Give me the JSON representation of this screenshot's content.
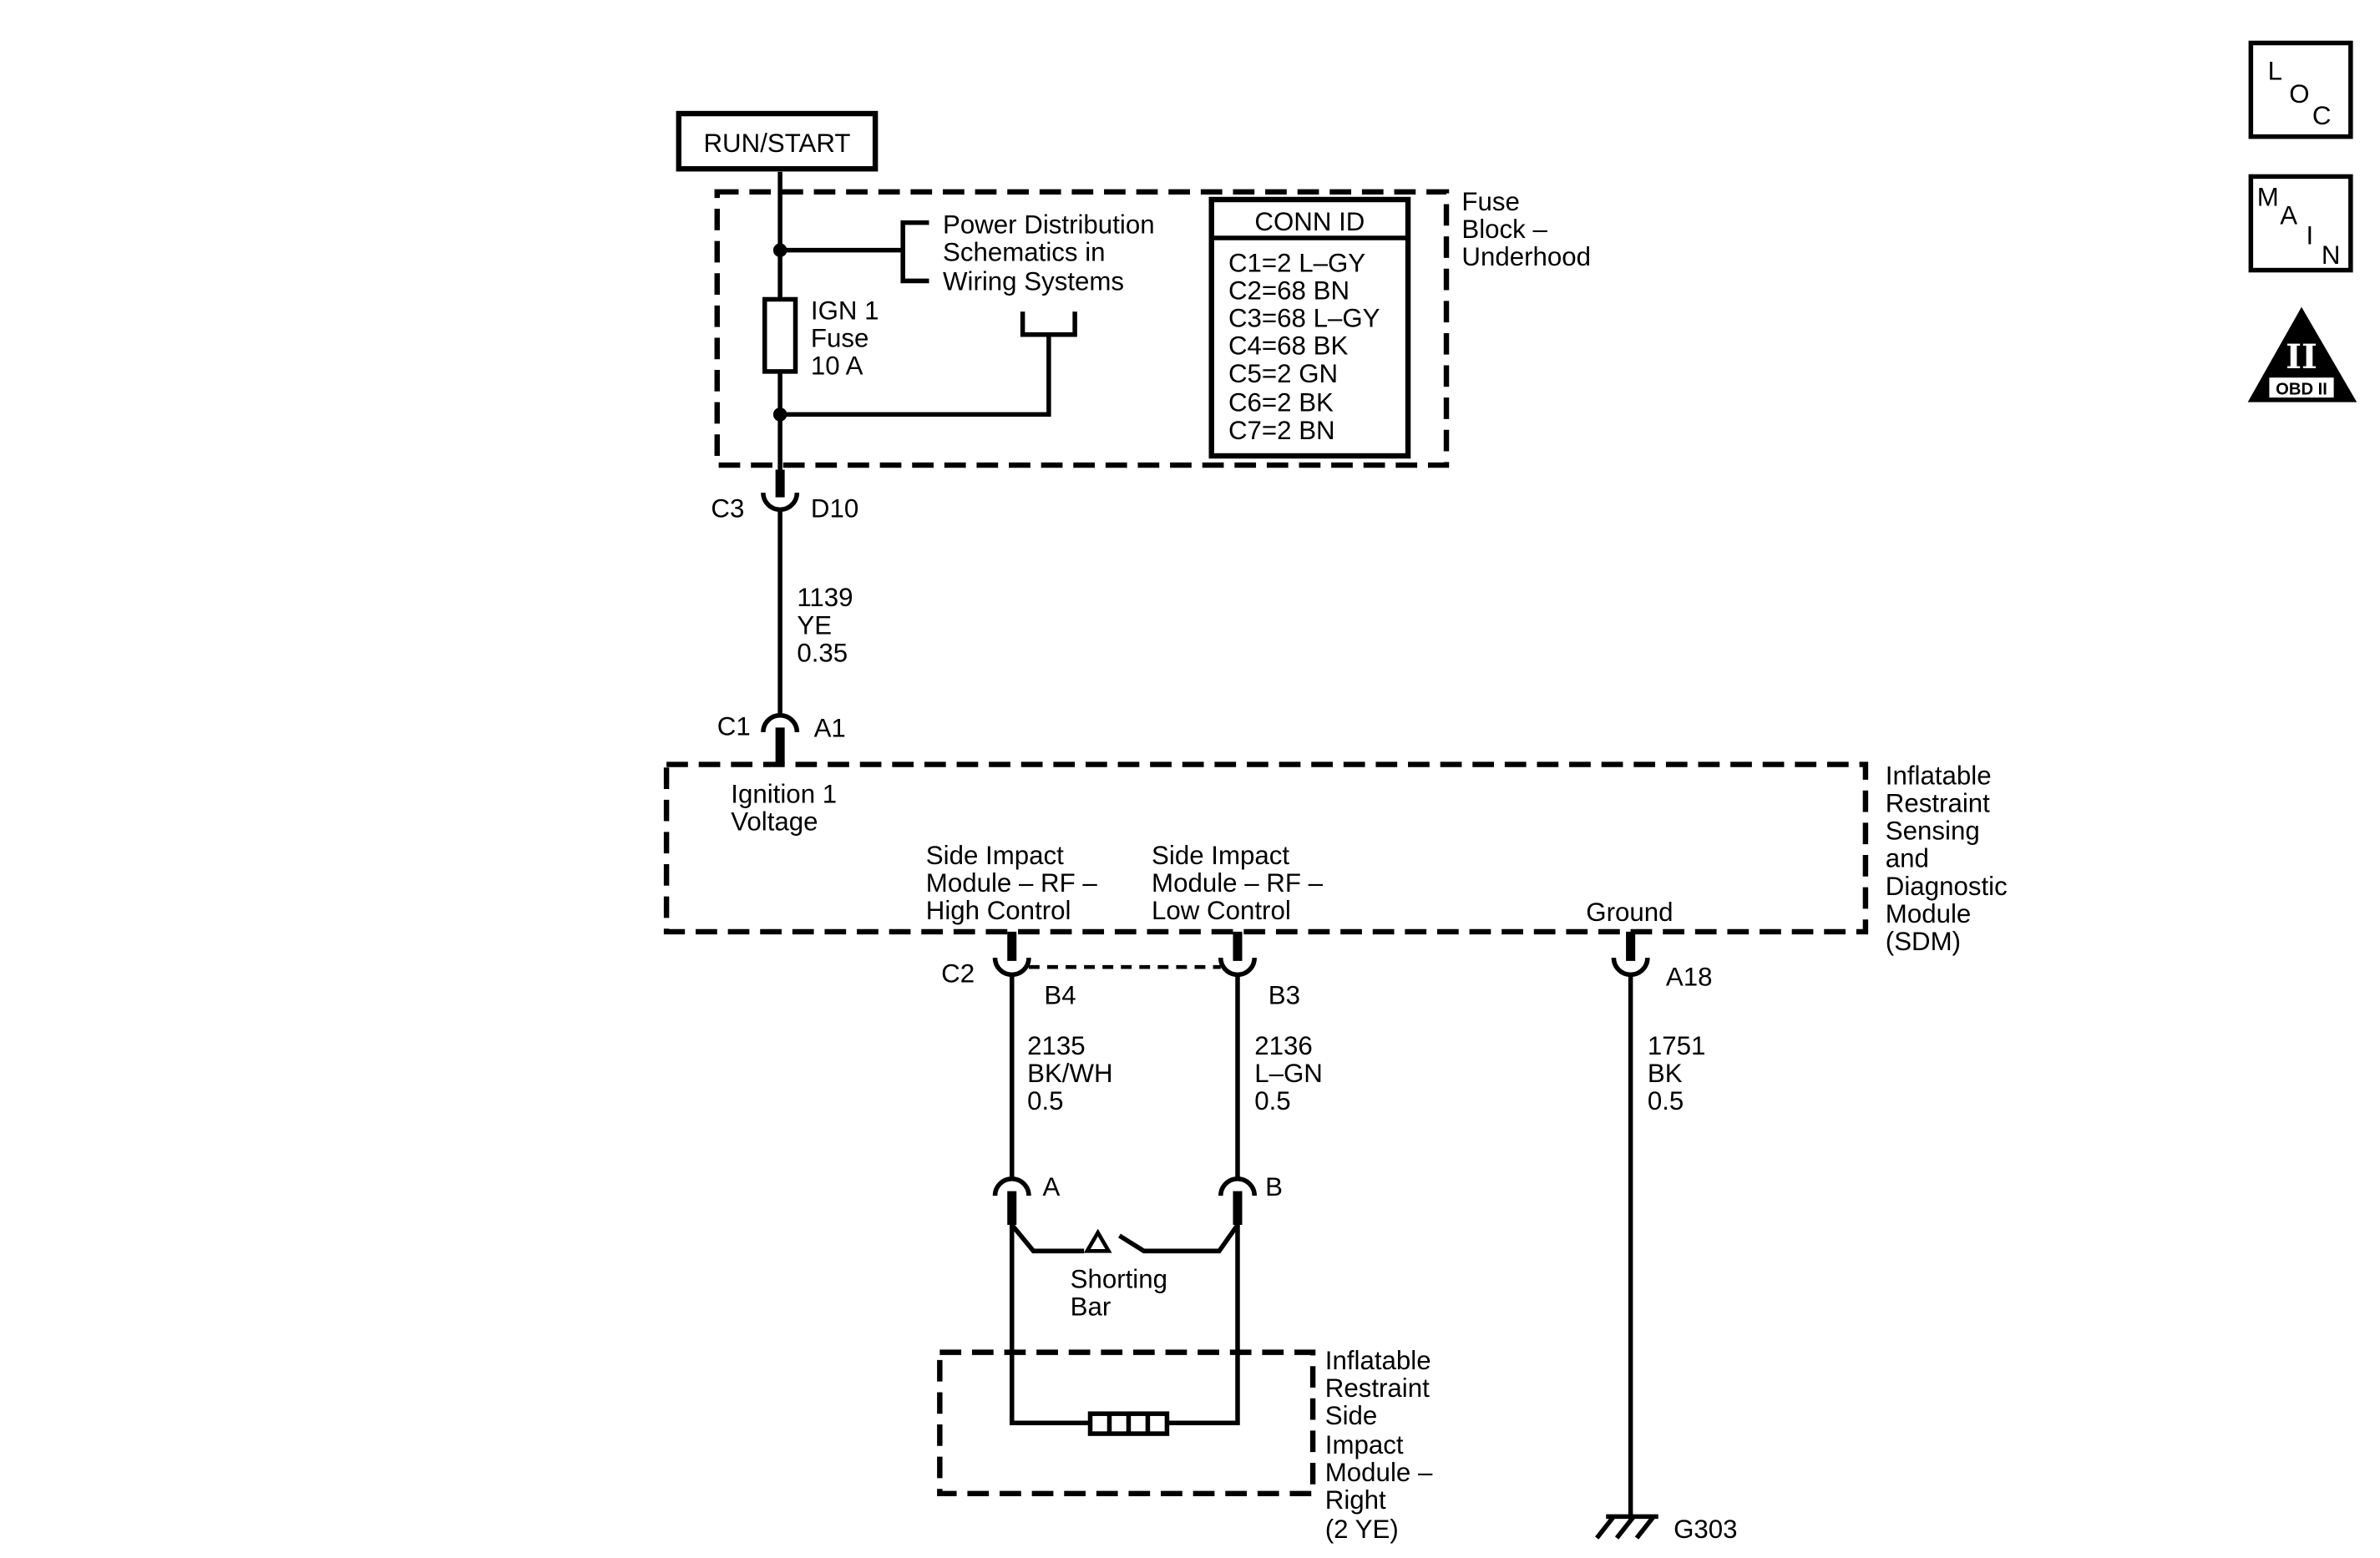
{
  "colors": {
    "ink": "#000000",
    "paper": "#ffffff"
  },
  "power_source": {
    "label": "RUN/START"
  },
  "fuse_block": {
    "name": [
      "Fuse",
      "Block –",
      "Underhood"
    ],
    "fuse": [
      "IGN 1",
      "Fuse",
      "10 A"
    ],
    "reference": [
      "Power Distribution",
      "Schematics in",
      "Wiring Systems"
    ],
    "conn_id": {
      "header": "CONN ID",
      "rows": [
        "C1=2 L–GY",
        "C2=68 BN",
        "C3=68 L–GY",
        "C4=68 BK",
        "C5=2 GN",
        "C6=2 BK",
        "C7=2 BN"
      ]
    },
    "output_connector": {
      "id": "C3",
      "pin": "D10"
    }
  },
  "circuits": {
    "ignition_feed": {
      "number": "1139",
      "color": "YE",
      "gauge": "0.35"
    },
    "high_control": {
      "number": "2135",
      "color": "BK/WH",
      "gauge": "0.5"
    },
    "low_control": {
      "number": "2136",
      "color": "L–GN",
      "gauge": "0.5"
    },
    "ground": {
      "number": "1751",
      "color": "BK",
      "gauge": "0.5"
    }
  },
  "sdm": {
    "name": [
      "Inflatable",
      "Restraint",
      "Sensing",
      "and",
      "Diagnostic",
      "Module",
      "(SDM)"
    ],
    "ignition_connector": {
      "id": "C1",
      "pin": "A1"
    },
    "deployment_connector": {
      "id": "C2",
      "high_pin": "B4",
      "low_pin": "B3"
    },
    "ground_pin": "A18",
    "terminals": {
      "ignition": [
        "Ignition 1",
        "Voltage"
      ],
      "high_control": [
        "Side Impact",
        "Module – RF –",
        "High Control"
      ],
      "low_control": [
        "Side Impact",
        "Module – RF –",
        "Low Control"
      ],
      "ground": "Ground"
    }
  },
  "side_impact_module": {
    "name": [
      "Inflatable",
      "Restraint",
      "Side",
      "Impact",
      "Module –",
      "Right",
      "(2 YE)"
    ],
    "connector": {
      "pin_a": "A",
      "pin_b": "B"
    },
    "shorting_bar": [
      "Shorting",
      "Bar"
    ]
  },
  "ground_point": {
    "id": "G303"
  },
  "nav_icons": {
    "loc": {
      "icon": "loc-icon",
      "letters": [
        "L",
        "O",
        "C"
      ]
    },
    "main": {
      "icon": "main-icon",
      "letters": [
        "M",
        "A",
        "I",
        "N"
      ]
    },
    "obd": {
      "icon": "obd-ii-icon",
      "numeral": "II",
      "label": "OBD II"
    }
  }
}
